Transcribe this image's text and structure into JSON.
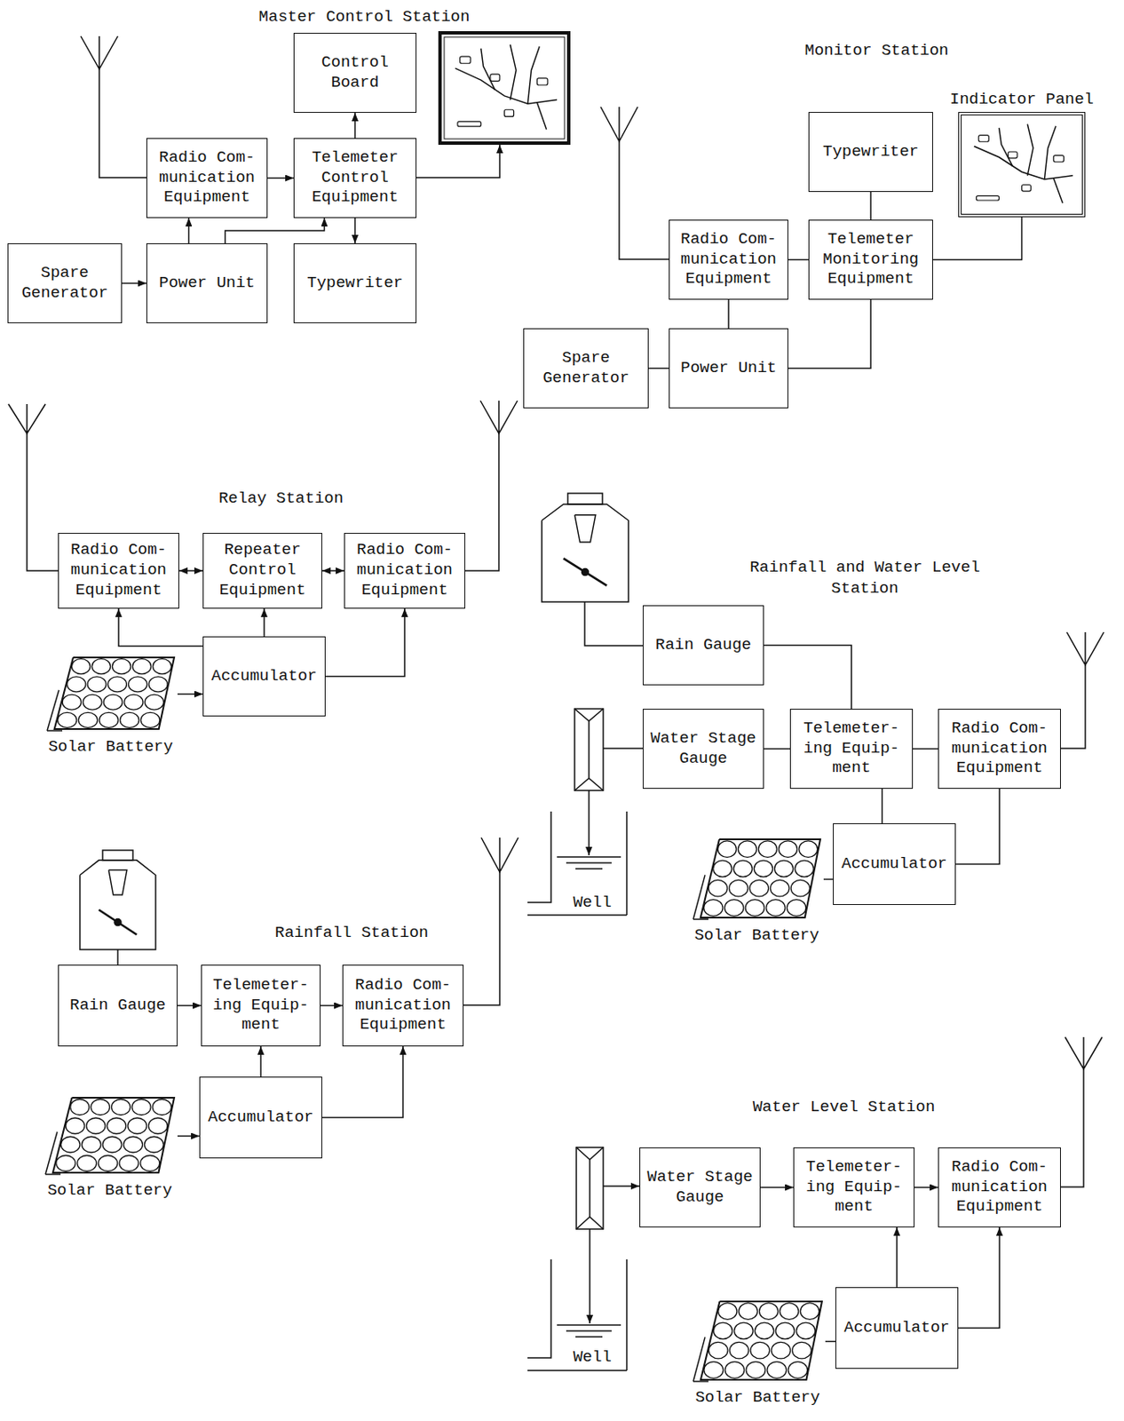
{
  "diagram": {
    "nodes": [
      {
        "text": [
          "Radio Com- munication Equipment"
        ]
      },
      {
        "text": [
          "Telemeter Control Equipment"
        ]
      },
      {
        "text": [
          "Control Board"
        ]
      },
      {
        "text": [
          "Power Unit"
        ]
      },
      {
        "text": [
          "Typewriter"
        ]
      },
      {
        "text": [
          "Spare Generator"
        ]
      },
      {
        "text": [
          "Typewriter"
        ]
      },
      {
        "text": [
          "Indicator Panel"
        ]
      },
      {
        "text": [
          "Radio Com- munication Equipment"
        ]
      },
      {
        "text": [
          "Telemeter Monitoring Equipment"
        ]
      },
      {
        "text": [
          "Spare Generator"
        ]
      },
      {
        "text": [
          "Power Unit"
        ]
      },
      {
        "text": [
          "Radio Com- munication Equipment"
        ]
      },
      {
        "text": [
          "Repeater Control Equipment"
        ]
      },
      {
        "text": [
          "Radio Com- munication Equipment"
        ]
      },
      {
        "text": [
          "Accumulator"
        ]
      },
      {
        "text": [
          "Solar Battery"
        ]
      },
      {
        "text": [
          "Rain Gauge"
        ]
      },
      {
        "text": [
          "Water Stage Gauge"
        ]
      },
      {
        "text": [
          "Telemeter- ing Equip- ment"
        ]
      },
      {
        "text": [
          "Radio Com- munication Equipment"
        ]
      },
      {
        "text": [
          "Accumulator"
        ]
      },
      {
        "text": [
          "Solar Battery"
        ]
      },
      {
        "text": [
          "Rain Gauge"
        ]
      },
      {
        "text": [
          "Telemeter- ing Equip- ment"
        ]
      },
      {
        "text": [
          "Radio Com- munication Equipment"
        ]
      },
      {
        "text": [
          "Accumulator"
        ]
      },
      {
        "text": [
          "Solar Battery"
        ]
      },
      {
        "text": [
          "Water Stage Gauge"
        ]
      },
      {
        "text": [
          "Telemeter- ing Equip- ment"
        ]
      },
      {
        "text": [
          "Radio Com- munication Equipment"
        ]
      },
      {
        "text": [
          "Accumulator"
        ]
      },
      {
        "text": [
          "Solar Battery"
        ]
      }
    ],
    "edges": [
      {
        "from": 0,
        "to": 1,
        "arrow": "to"
      },
      {
        "from": 1,
        "to": 2,
        "arrow": "to"
      },
      {
        "from": 3,
        "to": 0,
        "arrow": "to"
      },
      {
        "from": 3,
        "to": 1,
        "arrow": "to"
      },
      {
        "from": 1,
        "to": 4,
        "arrow": "to"
      },
      {
        "from": 5,
        "to": 3,
        "arrow": "to"
      },
      {
        "from": 8,
        "to": 9,
        "arrow": "none"
      },
      {
        "from": 9,
        "to": 6,
        "arrow": "none"
      },
      {
        "from": 9,
        "to": 7,
        "arrow": "none"
      },
      {
        "from": 8,
        "to": 11,
        "arrow": "none"
      },
      {
        "from": 11,
        "to": 9,
        "arrow": "none"
      },
      {
        "from": 10,
        "to": 11,
        "arrow": "none"
      },
      {
        "from": 12,
        "to": 13,
        "arrow": "both"
      },
      {
        "from": 13,
        "to": 14,
        "arrow": "both"
      },
      {
        "from": 15,
        "to": 12,
        "arrow": "to"
      },
      {
        "from": 15,
        "to": 13,
        "arrow": "to"
      },
      {
        "from": 15,
        "to": 14,
        "arrow": "to"
      },
      {
        "from": 16,
        "to": 15,
        "arrow": "to"
      },
      {
        "from": 17,
        "to": 19,
        "arrow": "none"
      },
      {
        "from": 18,
        "to": 19,
        "arrow": "none"
      },
      {
        "from": 19,
        "to": 20,
        "arrow": "none"
      },
      {
        "from": 19,
        "to": 21,
        "arrow": "none"
      },
      {
        "from": 21,
        "to": 20,
        "arrow": "none"
      },
      {
        "from": 22,
        "to": 21,
        "arrow": "none"
      },
      {
        "from": 23,
        "to": 24,
        "arrow": "to"
      },
      {
        "from": 24,
        "to": 25,
        "arrow": "to"
      },
      {
        "from": 26,
        "to": 24,
        "arrow": "to"
      },
      {
        "from": 26,
        "to": 25,
        "arrow": "to"
      },
      {
        "from": 27,
        "to": 26,
        "arrow": "to"
      },
      {
        "from": 28,
        "to": 29,
        "arrow": "to"
      },
      {
        "from": 29,
        "to": 30,
        "arrow": "to"
      },
      {
        "from": 31,
        "to": 29,
        "arrow": "to"
      },
      {
        "from": 31,
        "to": 30,
        "arrow": "to"
      },
      {
        "from": 32,
        "to": 31,
        "arrow": "none"
      }
    ],
    "labels": [
      "Master Control Station",
      "Monitor Station",
      "Relay Station",
      "Rainfall and Water Level Station",
      "Well",
      "Rainfall Station",
      "Well",
      "Water Level Station"
    ]
  }
}
